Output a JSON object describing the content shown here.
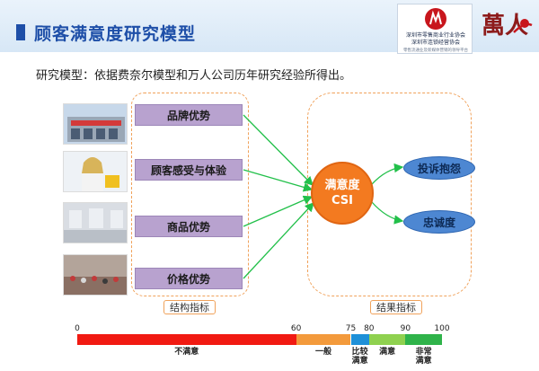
{
  "header": {
    "title": "顾客满意度研究模型",
    "logo_lines": [
      "深圳市零售商业行业协会",
      "深圳市连锁经营协会",
      "零售流通业及新媒体营销的领导平台"
    ],
    "brand_char": "萬人"
  },
  "subtitle": "研究模型：依据费奈尔模型和万人公司历年研究经验所得出。",
  "factors": [
    "品牌优势",
    "顾客感受与体验",
    "商品优势",
    "价格优势"
  ],
  "center": {
    "line1": "满意度",
    "line2": "CSI"
  },
  "outcomes": [
    "投诉抱怨",
    "忠诚度"
  ],
  "captions": {
    "left": "结构指标",
    "right": "结果指标"
  },
  "photos": [
    "store-exterior-photo",
    "customer-photo",
    "mall-interior-photo",
    "crowd-event-photo"
  ],
  "scale": {
    "ticks": [
      "0",
      "60",
      "75",
      "80",
      "90",
      "100"
    ],
    "segments": [
      {
        "from": 0,
        "to": 60,
        "color": "#f11a12",
        "label": "不满意"
      },
      {
        "from": 60,
        "to": 75,
        "color": "#f39a3c",
        "label": "一般"
      },
      {
        "from": 75,
        "to": 80,
        "color": "#1e90d8",
        "label": "比较\n满意"
      },
      {
        "from": 80,
        "to": 90,
        "color": "#8fd14f",
        "label": "满意"
      },
      {
        "from": 90,
        "to": 100,
        "color": "#2fb34a",
        "label": "非常\n满意"
      }
    ]
  },
  "colors": {
    "title": "#1e4fa8",
    "factor_fill": "#b8a2cf",
    "csi": "#f37a20",
    "outcome": "#4d87d2",
    "arrow": "#22c04a",
    "frame": "#f0a25b"
  }
}
